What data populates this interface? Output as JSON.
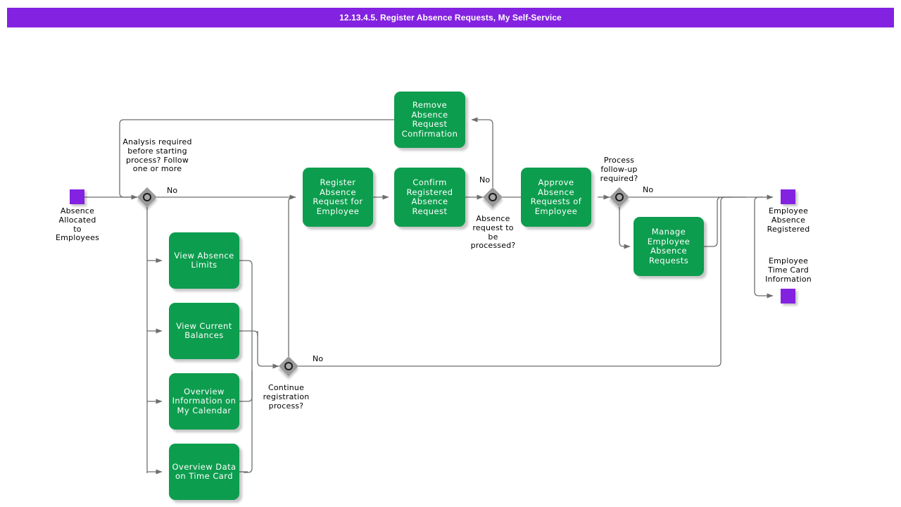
{
  "titlebar": {
    "title": "12.13.4.5. Register Absence Requests, My Self-Service",
    "bar_color": "#8322e0",
    "text_color": "#ffffff"
  },
  "palette": {
    "task_green": "#0d9d4e",
    "event_purple": "#8322e0",
    "gateway_gray": "#9a9a9a",
    "connector": "#6e6e6e",
    "text_dark": "#000000",
    "task_text": "#ffffff",
    "canvas": "#ffffff"
  },
  "diagram": {
    "type": "bpmn-process-flow",
    "start_events": [
      {
        "id": "start-absence-allocated",
        "label": "Absence\nAllocated\nto\nEmployees"
      }
    ],
    "end_events": [
      {
        "id": "end-employee-absence-registered",
        "label": "Employee\nAbsence\nRegistered"
      },
      {
        "id": "end-employee-time-card-information",
        "label": "Employee\nTime Card\nInformation"
      }
    ],
    "gateways": [
      {
        "id": "gw-analysis-required",
        "label": "Analysis required\nbefore starting\nprocess? Follow\none or more",
        "branch_label": "No"
      },
      {
        "id": "gw-continue-registration",
        "label": "Continue\nregistration\nprocess?",
        "branch_label": "No"
      },
      {
        "id": "gw-absence-request-processed",
        "label": "Absence\nrequest to\nbe\nprocessed?",
        "branch_label": "No"
      },
      {
        "id": "gw-process-follow-up",
        "label": "Process\nfollow-up\nrequired?",
        "branch_label": "No"
      }
    ],
    "tasks": [
      {
        "id": "task-view-absence-limits",
        "label": "View Absence\nLimits"
      },
      {
        "id": "task-view-current-balances",
        "label": "View Current\nBalances"
      },
      {
        "id": "task-overview-information-on-my-calendar",
        "label": "Overview\nInformation on\nMy Calendar"
      },
      {
        "id": "task-overview-data-on-time-card",
        "label": "Overview Data\non Time Card"
      },
      {
        "id": "task-register-absence-request-for-employee",
        "label": "Register\nAbsence\nRequest for\nEmployee"
      },
      {
        "id": "task-confirm-registered-absence-request",
        "label": "Confirm\nRegistered\nAbsence\nRequest"
      },
      {
        "id": "task-remove-absence-request-confirmation",
        "label": "Remove\nAbsence\nRequest\nConfirmation"
      },
      {
        "id": "task-approve-absence-requests-of-employee",
        "label": "Approve\nAbsence\nRequests of\nEmployee"
      },
      {
        "id": "task-manage-employee-absence-requests",
        "label": "Manage\nEmployee\nAbsence\nRequests"
      }
    ]
  }
}
